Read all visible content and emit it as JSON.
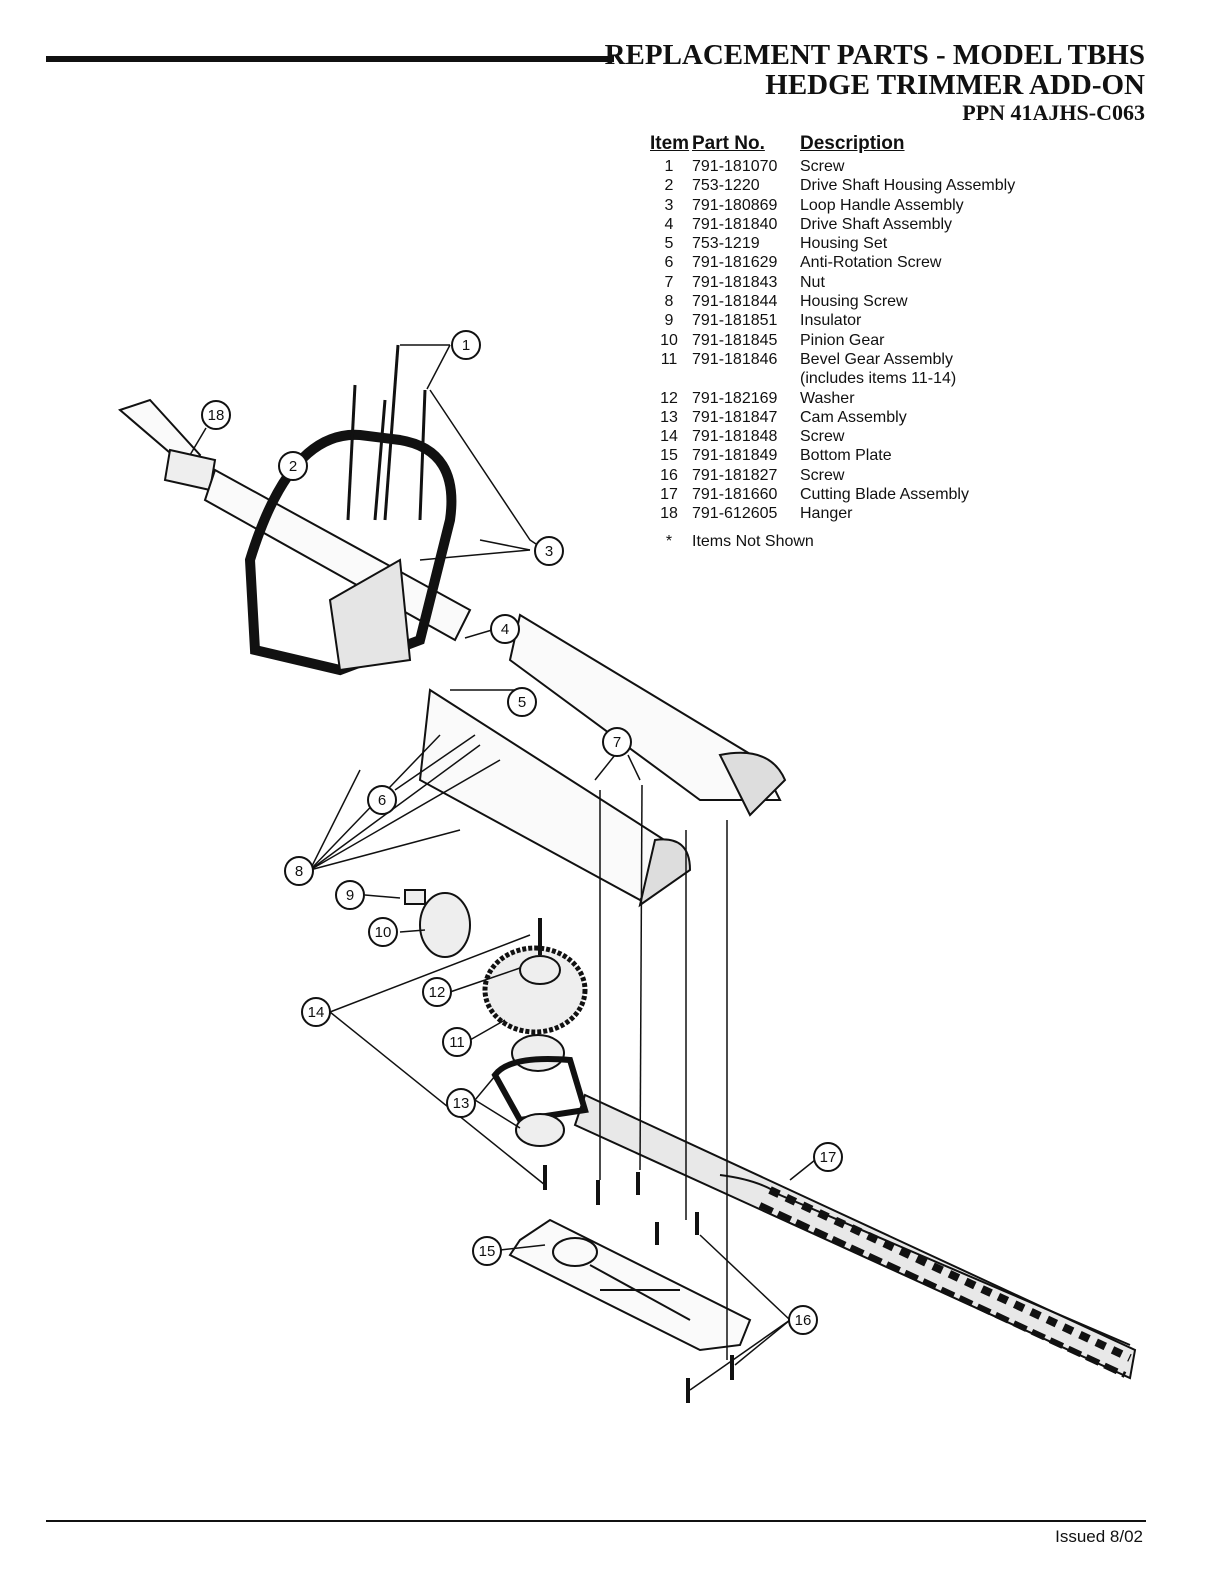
{
  "header": {
    "title_line1": "REPLACEMENT PARTS - MODEL TBHS",
    "title_line2": "HEDGE TRIMMER ADD-ON",
    "title_line3": "PPN 41AJHS-C063"
  },
  "parts_table": {
    "columns": [
      "Item",
      "Part No.",
      "Description"
    ],
    "rows": [
      {
        "item": "1",
        "part": "791-181070",
        "desc": "Screw"
      },
      {
        "item": "2",
        "part": "753-1220",
        "desc": "Drive Shaft Housing Assembly"
      },
      {
        "item": "3",
        "part": "791-180869",
        "desc": "Loop Handle Assembly"
      },
      {
        "item": "4",
        "part": "791-181840",
        "desc": "Drive Shaft Assembly"
      },
      {
        "item": "5",
        "part": "753-1219",
        "desc": "Housing Set"
      },
      {
        "item": "6",
        "part": "791-181629",
        "desc": "Anti-Rotation Screw"
      },
      {
        "item": "7",
        "part": "791-181843",
        "desc": "Nut"
      },
      {
        "item": "8",
        "part": "791-181844",
        "desc": "Housing Screw"
      },
      {
        "item": "9",
        "part": "791-181851",
        "desc": "Insulator"
      },
      {
        "item": "10",
        "part": "791-181845",
        "desc": "Pinion Gear"
      },
      {
        "item": "11",
        "part": "791-181846",
        "desc": "Bevel Gear Assembly"
      },
      {
        "item": "",
        "part": "",
        "desc": "(includes items 11-14)"
      },
      {
        "item": "12",
        "part": "791-182169",
        "desc": "Washer"
      },
      {
        "item": "13",
        "part": "791-181847",
        "desc": "Cam Assembly"
      },
      {
        "item": "14",
        "part": "791-181848",
        "desc": "Screw"
      },
      {
        "item": "15",
        "part": "791-181849",
        "desc": "Bottom Plate"
      },
      {
        "item": "16",
        "part": "791-181827",
        "desc": "Screw"
      },
      {
        "item": "17",
        "part": "791-181660",
        "desc": "Cutting Blade Assembly"
      },
      {
        "item": "18",
        "part": "791-612605",
        "desc": "Hanger"
      }
    ],
    "note_symbol": "*",
    "note_text": "Items Not Shown"
  },
  "callouts": [
    "1",
    "2",
    "3",
    "4",
    "5",
    "6",
    "7",
    "8",
    "9",
    "10",
    "11",
    "12",
    "13",
    "14",
    "15",
    "16",
    "17",
    "18"
  ],
  "footer": {
    "issued": "Issued 8/02"
  }
}
